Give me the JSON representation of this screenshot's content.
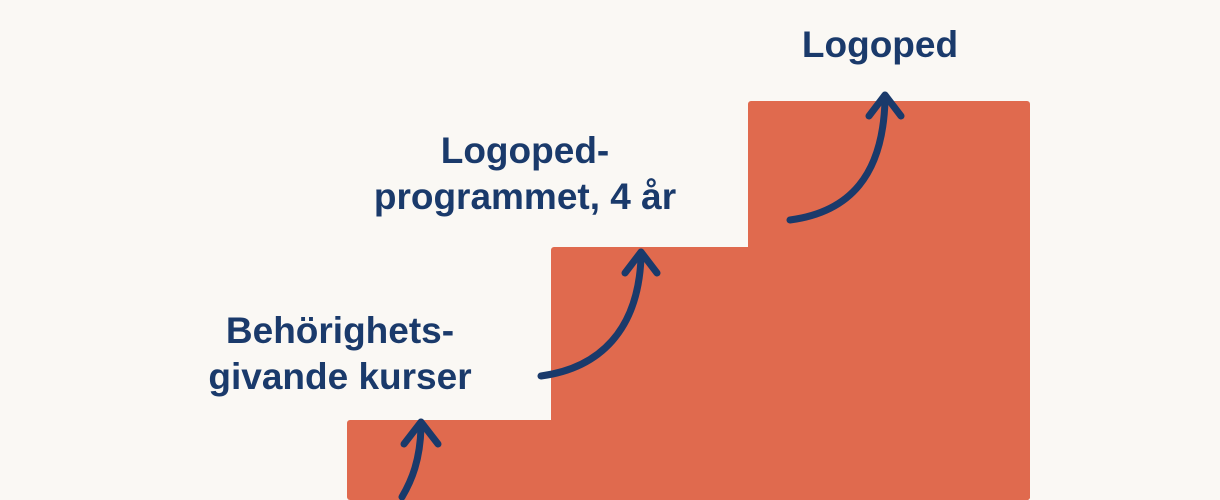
{
  "diagram": {
    "colors": {
      "background": "#faf8f4",
      "stairs": "#e06a4e",
      "ink": "#1a3a6b"
    },
    "steps": [
      {
        "lines": [
          "Behörighets-",
          "givande kurser"
        ],
        "icon": "curved-arrow-up-icon"
      },
      {
        "lines": [
          "Logoped-",
          "programmet, 4 år"
        ],
        "icon": "curved-arrow-up-icon"
      },
      {
        "lines": [
          "Logoped"
        ],
        "icon": "curved-arrow-up-icon"
      }
    ]
  }
}
